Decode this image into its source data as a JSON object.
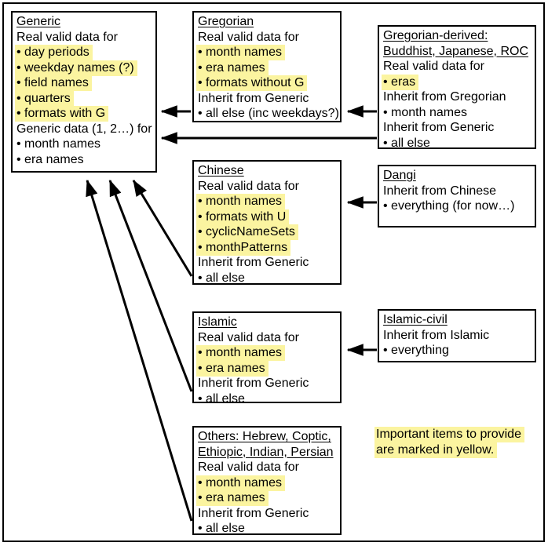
{
  "title": "Calendar data inheritance diagram",
  "colors": {
    "highlight": "#FBF4A0",
    "box_border": "#000000",
    "text": "#000000",
    "background": "#FFFFFF",
    "arrow": "#000000"
  },
  "boxes": [
    {
      "id": "generic",
      "lines": [
        {
          "text": "Generic",
          "underline": true
        },
        {
          "text": "Real valid data for"
        },
        {
          "text": "• day periods",
          "highlight": true
        },
        {
          "text": "• weekday names (?)",
          "highlight": true
        },
        {
          "text": "• field names",
          "highlight": true
        },
        {
          "text": "• quarters",
          "highlight": true
        },
        {
          "text": "• formats with G",
          "highlight": true
        },
        {
          "text": "Generic data (1, 2…) for"
        },
        {
          "text": "• month names"
        },
        {
          "text": "• era names"
        }
      ]
    },
    {
      "id": "gregorian",
      "lines": [
        {
          "text": "Gregorian",
          "underline": true
        },
        {
          "text": "Real valid data for"
        },
        {
          "text": "• month names",
          "highlight": true
        },
        {
          "text": "• era names",
          "highlight": true
        },
        {
          "text": "• formats without G",
          "highlight": true
        },
        {
          "text": "Inherit from Generic"
        },
        {
          "text": "• all else (inc weekdays?)"
        }
      ]
    },
    {
      "id": "gregorian-derived",
      "lines": [
        {
          "text": "Gregorian-derived:",
          "underline": true
        },
        {
          "text": "Buddhist, Japanese, ROC",
          "underline": true
        },
        {
          "text": "Real valid data for"
        },
        {
          "text": "• eras",
          "highlight": true
        },
        {
          "text": "Inherit from Gregorian"
        },
        {
          "text": "• month names"
        },
        {
          "text": "Inherit from Generic"
        },
        {
          "text": "• all else"
        }
      ]
    },
    {
      "id": "chinese",
      "lines": [
        {
          "text": "Chinese",
          "underline": true
        },
        {
          "text": "Real valid data for"
        },
        {
          "text": "• month names",
          "highlight": true
        },
        {
          "text": "• formats with U",
          "highlight": true
        },
        {
          "text": "• cyclicNameSets",
          "highlight": true
        },
        {
          "text": "• monthPatterns",
          "highlight": true
        },
        {
          "text": "Inherit from Generic"
        },
        {
          "text": "• all else"
        }
      ]
    },
    {
      "id": "dangi",
      "lines": [
        {
          "text": "Dangi",
          "underline": true
        },
        {
          "text": "Inherit from Chinese"
        },
        {
          "text": "• everything (for now…)"
        }
      ]
    },
    {
      "id": "islamic",
      "lines": [
        {
          "text": "Islamic",
          "underline": true
        },
        {
          "text": "Real valid data for"
        },
        {
          "text": "• month names",
          "highlight": true
        },
        {
          "text": "• era names",
          "highlight": true
        },
        {
          "text": "Inherit from Generic"
        },
        {
          "text": "• all else"
        }
      ]
    },
    {
      "id": "islamic-civil",
      "lines": [
        {
          "text": "Islamic-civil",
          "underline": true
        },
        {
          "text": "Inherit from Islamic"
        },
        {
          "text": "• everything"
        }
      ]
    },
    {
      "id": "others",
      "lines": [
        {
          "text": "Others: Hebrew, Coptic,",
          "underline": true
        },
        {
          "text": "Ethiopic, Indian, Persian",
          "underline": true
        },
        {
          "text": "Real valid data for"
        },
        {
          "text": "• month names",
          "highlight": true
        },
        {
          "text": "• era names",
          "highlight": true
        },
        {
          "text": "Inherit from Generic"
        },
        {
          "text": "• all else"
        }
      ]
    }
  ],
  "edges": [
    {
      "from": "gregorian",
      "to": "generic"
    },
    {
      "from": "gregorian-derived",
      "to": "gregorian"
    },
    {
      "from": "gregorian-derived",
      "to": "generic"
    },
    {
      "from": "dangi",
      "to": "chinese"
    },
    {
      "from": "islamic-civil",
      "to": "islamic"
    },
    {
      "from": "chinese",
      "to": "generic"
    },
    {
      "from": "islamic",
      "to": "generic"
    },
    {
      "from": "others",
      "to": "generic"
    }
  ],
  "note": {
    "lines": [
      "Important items to provide",
      "are marked in yellow."
    ]
  }
}
